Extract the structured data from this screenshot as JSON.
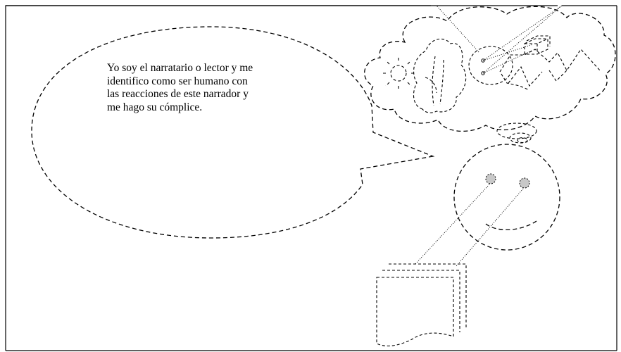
{
  "speech_bubble": {
    "lines": [
      "Yo soy el narratario o lector y me",
      "identifico como ser humano con",
      "las reacciones de este narrador y",
      "me hago su cómplice."
    ]
  },
  "colors": {
    "stroke": "#000000",
    "eye_fill": "#c8c8c8",
    "background": "#ffffff"
  },
  "icons": [
    "speech-bubble",
    "thought-cloud",
    "smiley-face",
    "sun-icon",
    "tree-icon",
    "house-icon",
    "mountains-icon",
    "book-pages-icon"
  ]
}
